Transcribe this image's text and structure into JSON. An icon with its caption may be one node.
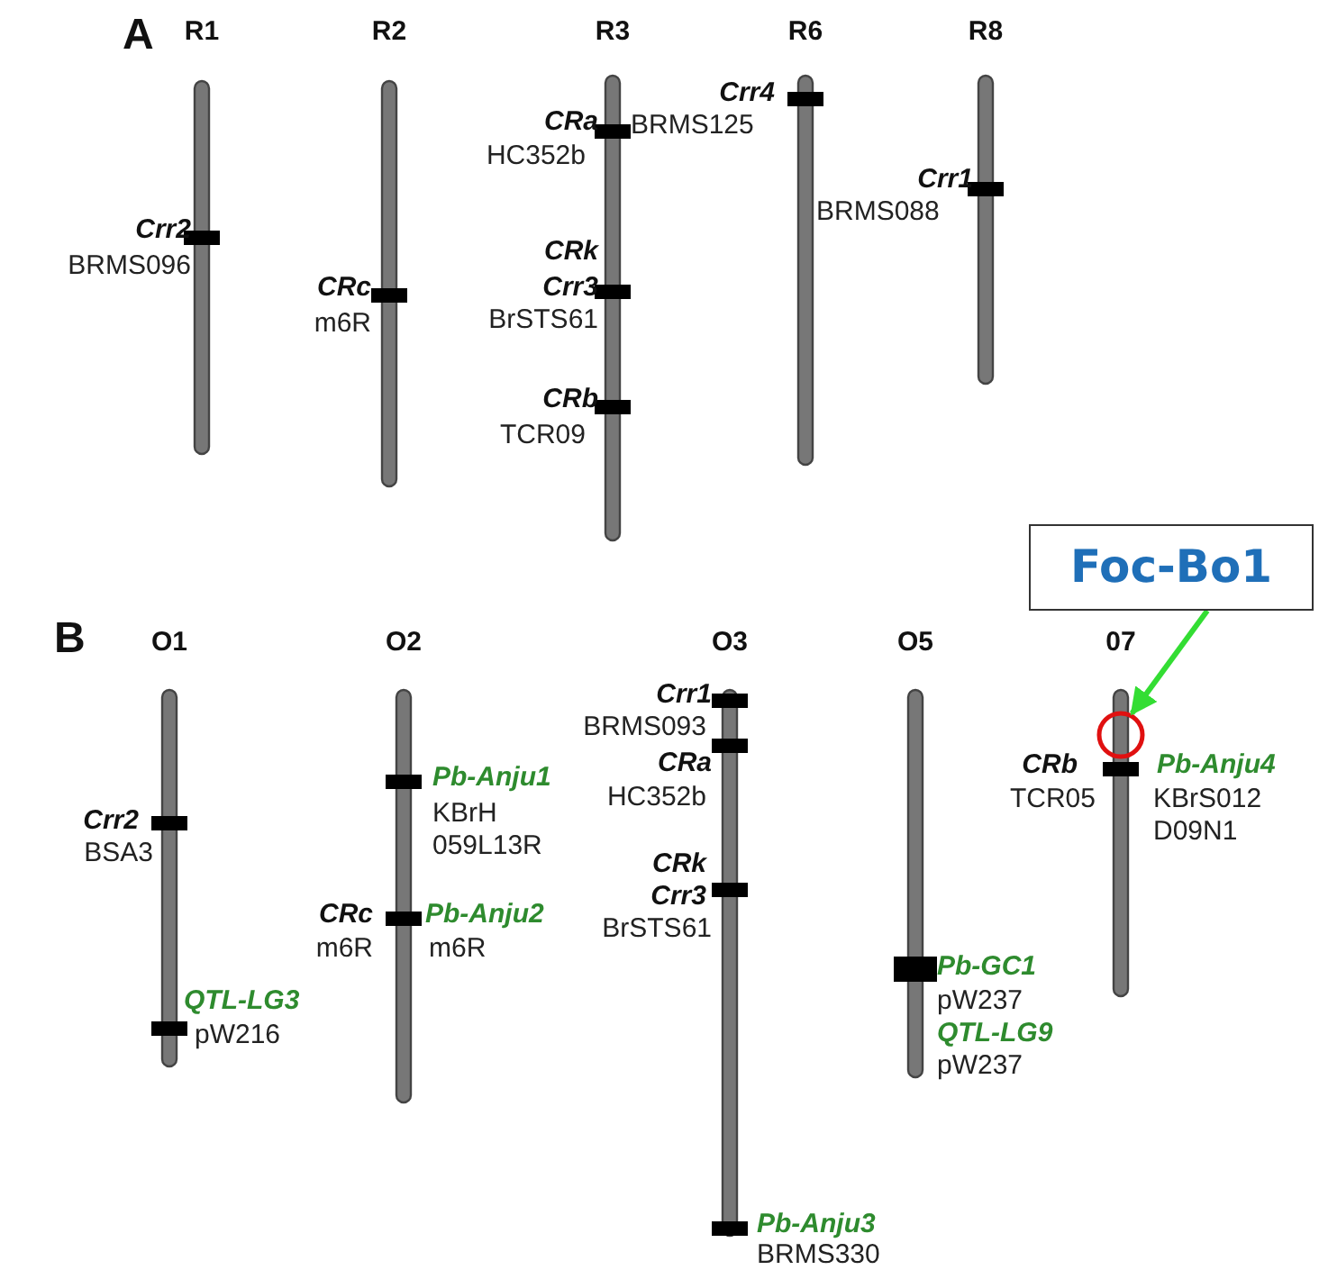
{
  "diagram": {
    "nodes": [
      {
        "text": [
          "Foc-Bo1"
        ]
      },
      {
        "text": [],
        "shape": "circle"
      }
    ],
    "edges": [
      {
        "from": 0,
        "to": 1,
        "arrow": "to",
        "color": "#33dd33"
      }
    ],
    "labels": [
      "A",
      "R1",
      "R2",
      "R3",
      "R6",
      "R8",
      "Crr2",
      "BRMS096",
      "CRc",
      "m6R",
      "CRa",
      "HC352b",
      "CRk",
      "Crr3",
      "BrSTS61",
      "CRb",
      "TCR09",
      "Crr4",
      "BRMS125",
      "Crr1",
      "BRMS088",
      "B",
      "O1",
      "O2",
      "O3",
      "O5",
      "07",
      "Crr2",
      "BSA3",
      "QTL-LG3",
      "pW216",
      "Pb-Anju1",
      "KBrH 059L13R",
      "CRc",
      "m6R",
      "Pb-Anju2",
      "m6R",
      "Crr1",
      "BRMS093",
      "CRa",
      "HC352b",
      "CRk",
      "Crr3",
      "BrSTS61",
      "Pb-Anju3",
      "BRMS330",
      "Pb-GC1",
      "pW237",
      "QTL-LG9",
      "pW237",
      "CRb",
      "TCR05",
      "Pb-Anju4",
      "KBrS012 D09N1"
    ]
  }
}
